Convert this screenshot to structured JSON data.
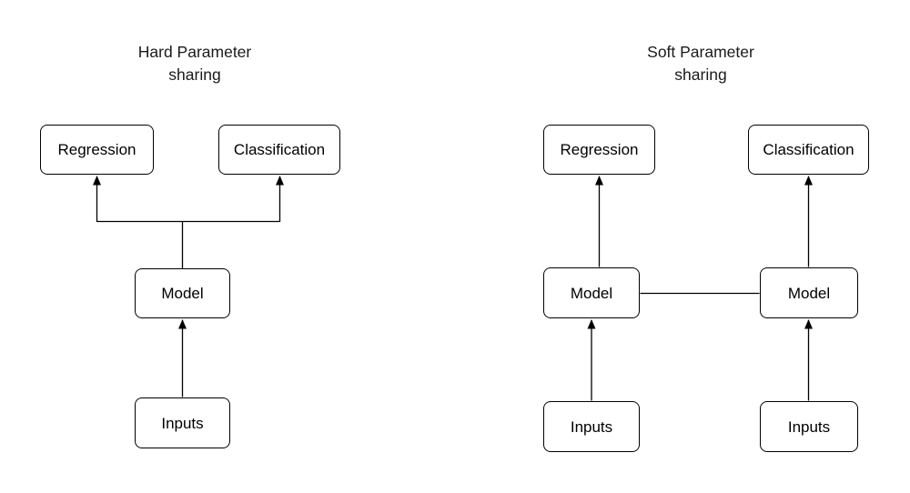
{
  "colors": {
    "background": "#ffffff",
    "stroke": "#000000",
    "text": "#1a1a1a"
  },
  "diagrams": {
    "hard": {
      "title_line1": "Hard Parameter",
      "title_line2": "sharing",
      "nodes": {
        "regression": "Regression",
        "classification": "Classification",
        "model": "Model",
        "inputs": "Inputs"
      }
    },
    "soft": {
      "title_line1": "Soft Parameter",
      "title_line2": "sharing",
      "nodes": {
        "regression": "Regression",
        "classification": "Classification",
        "model_left": "Model",
        "model_right": "Model",
        "inputs_left": "Inputs",
        "inputs_right": "Inputs"
      }
    }
  }
}
